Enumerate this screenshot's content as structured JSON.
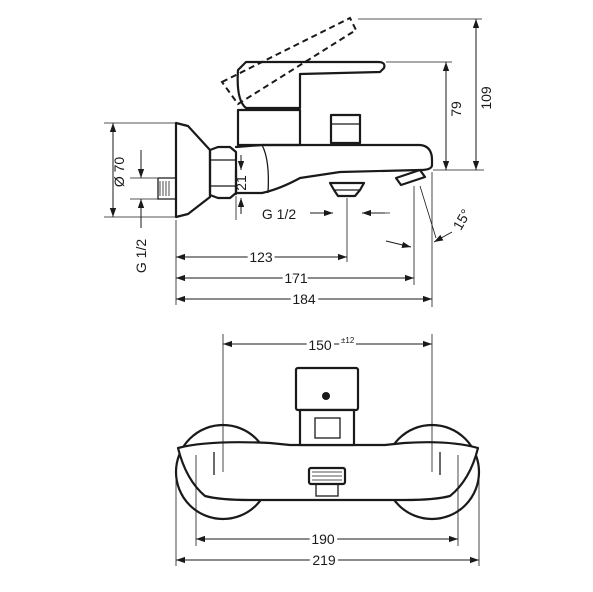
{
  "side_view": {
    "dim_109": "109",
    "dim_79": "79",
    "dim_21": "21",
    "dim_70": "Ø 70",
    "dim_g12_left": "G 1/2",
    "dim_g12_center": "G 1/2",
    "dim_angle": "15°",
    "dim_123": "123",
    "dim_171": "171",
    "dim_184": "184"
  },
  "front_view": {
    "dim_150": "150",
    "dim_150_tol": "±12",
    "dim_190": "190",
    "dim_219": "219"
  }
}
